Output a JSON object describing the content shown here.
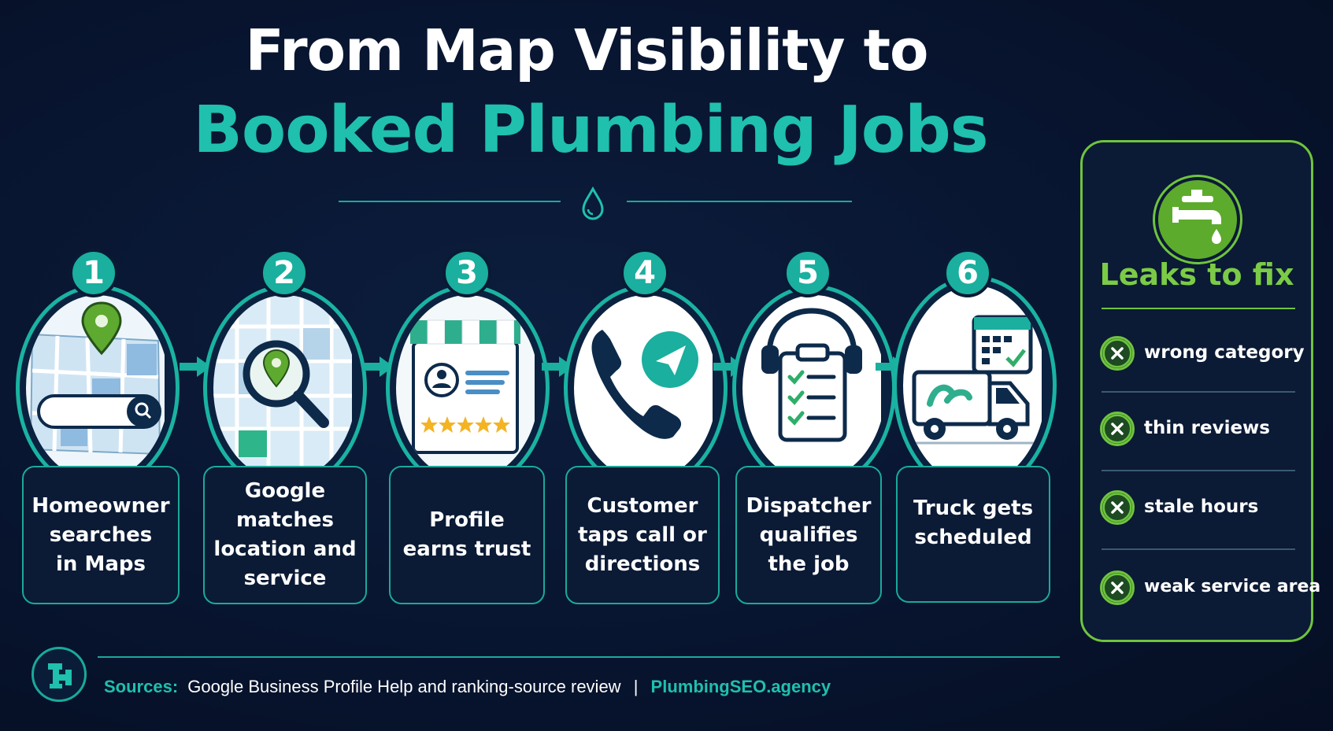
{
  "title": {
    "line1": "From Map Visibility to",
    "line2": "Booked Plumbing Jobs"
  },
  "steps": [
    {
      "number": "1",
      "lines": [
        "Homeowner",
        "searches",
        "in Maps"
      ],
      "icon": "map-search-icon"
    },
    {
      "number": "2",
      "lines": [
        "Google",
        "matches",
        "location and",
        "service"
      ],
      "icon": "magnifier-pin-icon"
    },
    {
      "number": "3",
      "lines": [
        "Profile",
        "earns trust"
      ],
      "icon": "storefront-profile-icon"
    },
    {
      "number": "4",
      "lines": [
        "Customer",
        "taps call or",
        "directions"
      ],
      "icon": "phone-navigation-icon"
    },
    {
      "number": "5",
      "lines": [
        "Dispatcher",
        "qualifies",
        "the job"
      ],
      "icon": "headset-clipboard-icon"
    },
    {
      "number": "6",
      "lines": [
        "Truck gets",
        "scheduled"
      ],
      "icon": "truck-calendar-icon"
    }
  ],
  "leaks": {
    "title": "Leaks to fix",
    "icon": "faucet-icon",
    "items": [
      "wrong category",
      "thin reviews",
      "stale hours",
      "weak service area"
    ]
  },
  "footer": {
    "sources_label": "Sources:",
    "sources_text": "Google Business Profile Help and ranking-source review",
    "separator": "|",
    "site": "PlumbingSEO.agency"
  },
  "colors": {
    "background": "#081530",
    "teal": "#1fc0ae",
    "green": "#6fc43e",
    "white": "#ffffff"
  }
}
